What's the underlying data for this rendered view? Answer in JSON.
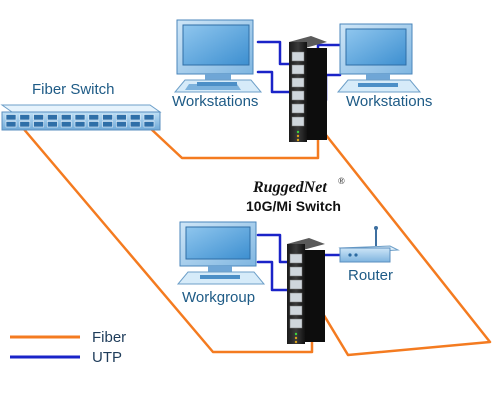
{
  "labels": {
    "fiber_switch": "Fiber Switch",
    "workstations_left": "Workstations",
    "workstations_right": "Workstations",
    "brand": "RuggedNet",
    "brand_mark": "®",
    "model": "10G/Mi Switch",
    "workgroup": "Workgroup",
    "router": "Router"
  },
  "legend": {
    "fiber": {
      "label": "Fiber",
      "color": "#f47b20"
    },
    "utp": {
      "label": "UTP",
      "color": "#1a23c8"
    }
  },
  "icons": {
    "computer": "desktop-computer-icon",
    "switch": "industrial-switch-icon",
    "router": "router-icon",
    "fiber_switch": "rack-fiber-switch-icon"
  }
}
